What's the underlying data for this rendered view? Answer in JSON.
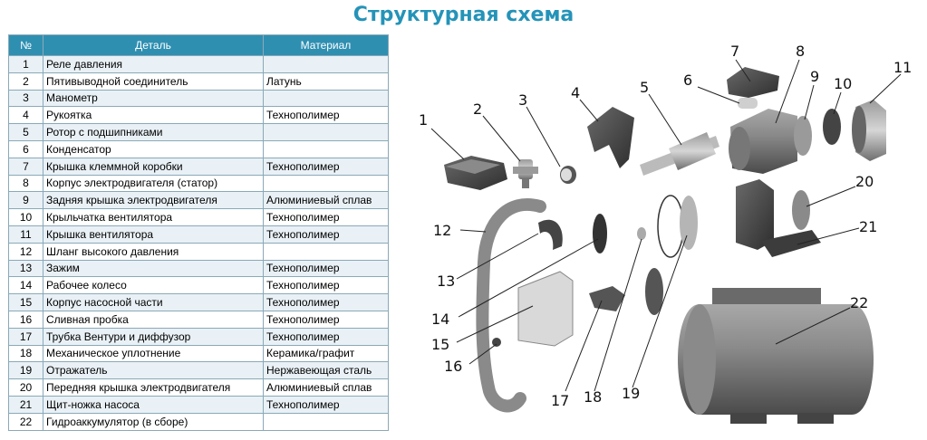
{
  "title": "Структурная схема",
  "table": {
    "headers": [
      "№",
      "Деталь",
      "Материал"
    ],
    "rows": [
      {
        "n": "1",
        "part": "Реле давления",
        "material": ""
      },
      {
        "n": "2",
        "part": "Пятивыводной соединитель",
        "material": "Латунь"
      },
      {
        "n": "3",
        "part": "Манометр",
        "material": ""
      },
      {
        "n": "4",
        "part": "Рукоятка",
        "material": "Технополимер"
      },
      {
        "n": "5",
        "part": "Ротор с подшипниками",
        "material": ""
      },
      {
        "n": "6",
        "part": "Конденсатор",
        "material": ""
      },
      {
        "n": "7",
        "part": "Крышка клеммной коробки",
        "material": "Технополимер"
      },
      {
        "n": "8",
        "part": "Корпус электродвигателя (статор)",
        "material": ""
      },
      {
        "n": "9",
        "part": "Задняя крышка электродвигателя",
        "material": "Алюминиевый сплав"
      },
      {
        "n": "10",
        "part": "Крыльчатка вентилятора",
        "material": "Технополимер"
      },
      {
        "n": "11",
        "part": "Крышка вентилятора",
        "material": "Технополимер"
      },
      {
        "n": "12",
        "part": "Шланг высокого давления",
        "material": ""
      },
      {
        "n": "13",
        "part": "Зажим",
        "material": "Технополимер"
      },
      {
        "n": "14",
        "part": "Рабочее колесо",
        "material": "Технополимер"
      },
      {
        "n": "15",
        "part": "Корпус насосной части",
        "material": "Технополимер"
      },
      {
        "n": "16",
        "part": "Сливная пробка",
        "material": "Технополимер"
      },
      {
        "n": "17",
        "part": "Трубка Вентури и диффузор",
        "material": "Технополимер"
      },
      {
        "n": "18",
        "part": "Механическое уплотнение",
        "material": "Керамика/графит"
      },
      {
        "n": "19",
        "part": "Отражатель",
        "material": "Нержавеющая сталь"
      },
      {
        "n": "20",
        "part": "Передняя крышка электродвигателя",
        "material": "Алюминиевый сплав"
      },
      {
        "n": "21",
        "part": "Щит-ножка насоса",
        "material": "Технополимер"
      },
      {
        "n": "22",
        "part": "Гидроаккумулятор (в сборе)",
        "material": ""
      }
    ]
  },
  "diagram": {
    "callouts": [
      "1",
      "2",
      "3",
      "4",
      "5",
      "6",
      "7",
      "8",
      "9",
      "10",
      "11",
      "12",
      "13",
      "14",
      "15",
      "16",
      "17",
      "18",
      "19",
      "20",
      "21",
      "22"
    ],
    "part_color": "#555555",
    "accent_color": "#2593b8"
  }
}
